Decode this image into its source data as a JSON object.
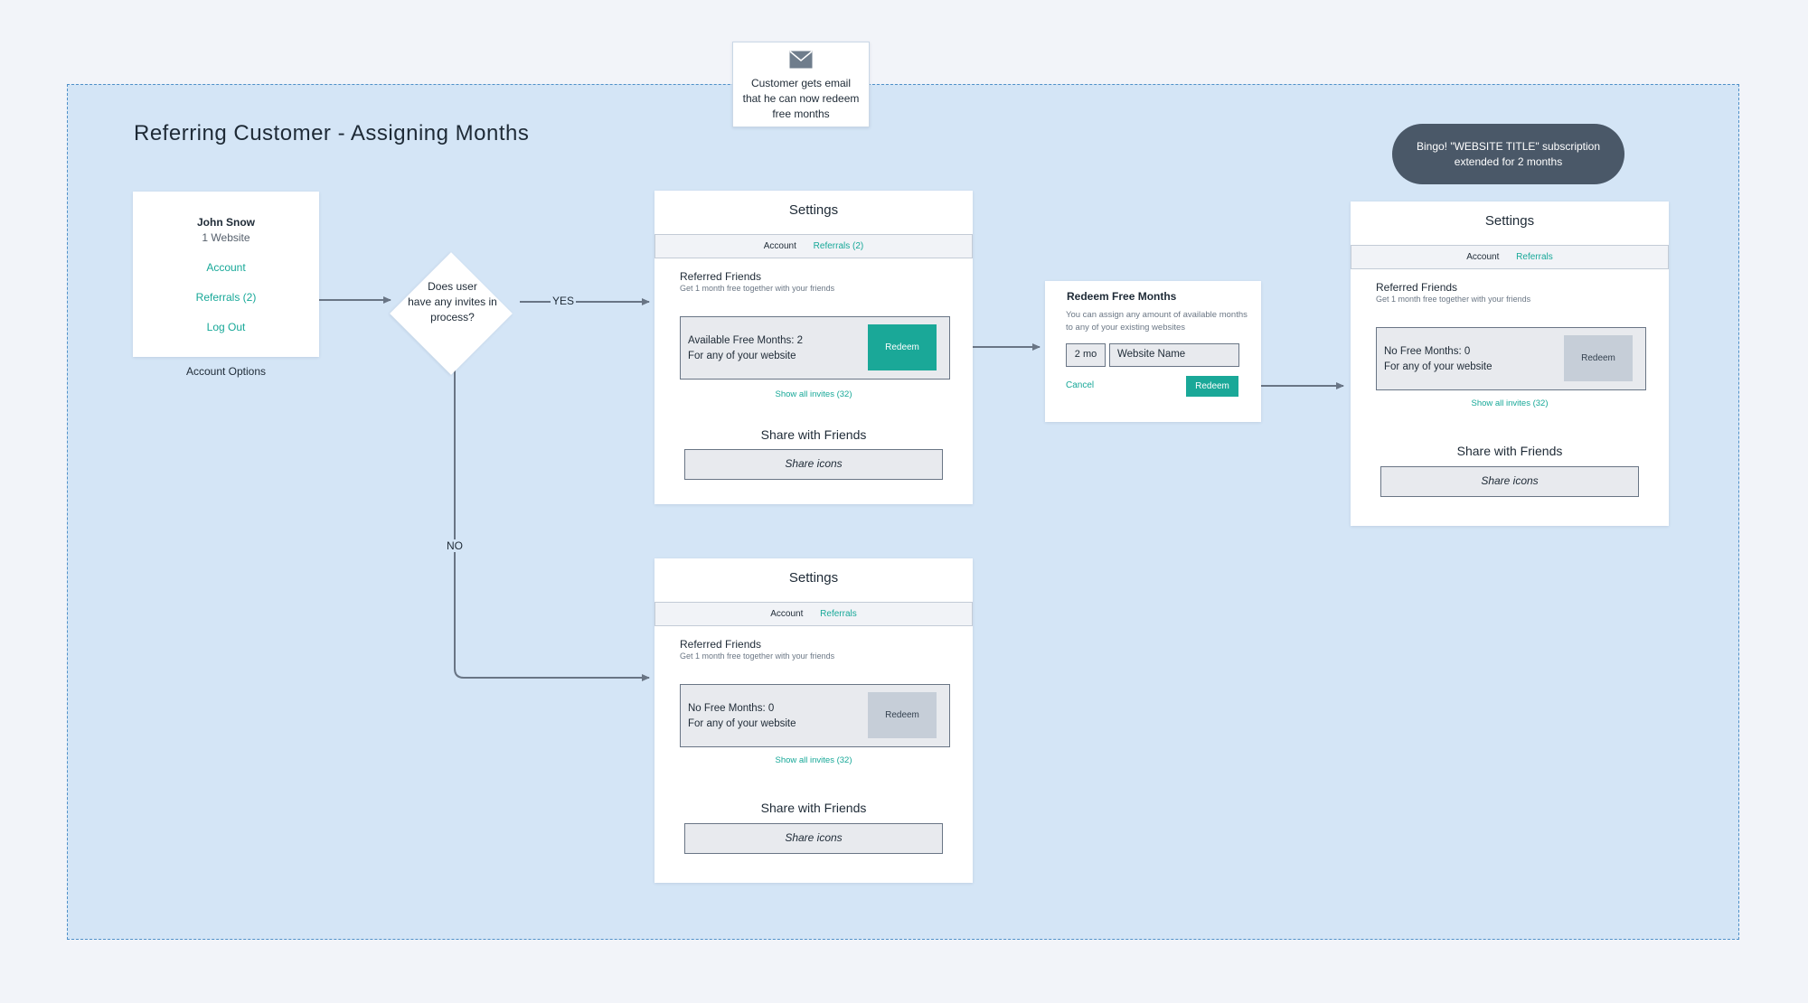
{
  "title": "Referring Customer - Assigning Months",
  "email_note": {
    "icon": "envelope-icon",
    "lines": [
      "Customer gets email",
      "that he can now redeem",
      "free months"
    ]
  },
  "account_panel": {
    "name": "John Snow",
    "sites": "1 Website",
    "links": [
      "Account",
      "Referrals (2)",
      "Log Out"
    ],
    "caption": "Account Options"
  },
  "decision": {
    "lines": [
      "Does user",
      "have any invites in",
      "process?"
    ],
    "yes_label": "YES",
    "no_label": "NO"
  },
  "settings_available": {
    "title": "Settings",
    "tab_account": "Account",
    "tab_referrals": "Referrals (2)",
    "referred_title": "Referred Friends",
    "referred_sub": "Get 1 month free together with your friends",
    "months_line1": "Available Free Months: 2",
    "months_line2": "For any of your website",
    "redeem": "Redeem",
    "show_invites": "Show all invites (32)",
    "share_title": "Share with Friends",
    "share_box": "Share icons"
  },
  "settings_none": {
    "title": "Settings",
    "tab_account": "Account",
    "tab_referrals": "Referrals",
    "referred_title": "Referred Friends",
    "referred_sub": "Get 1 month free together with your friends",
    "months_line1": "No Free Months: 0",
    "months_line2": "For any of your website",
    "redeem": "Redeem",
    "show_invites": "Show all invites (32)",
    "share_title": "Share with Friends",
    "share_box": "Share icons"
  },
  "redeem_dialog": {
    "title": "Redeem Free Months",
    "description": "You can assign any amount of available months to any of your existing websites",
    "months_value": "2 mo",
    "site_value": "Website Name",
    "cancel": "Cancel",
    "redeem": "Redeem"
  },
  "bingo": {
    "lines": [
      "Bingo! \"WEBSITE TITLE\" subscription",
      "extended for 2 months"
    ]
  },
  "settings_after": {
    "title": "Settings",
    "tab_account": "Account",
    "tab_referrals": "Referrals",
    "referred_title": "Referred Friends",
    "referred_sub": "Get 1 month free together with your friends",
    "months_line1": "No Free Months: 0",
    "months_line2": "For any of your website",
    "redeem": "Redeem",
    "show_invites": "Show all invites (32)",
    "share_title": "Share with Friends",
    "share_box": "Share icons"
  },
  "colors": {
    "accent": "#1aa898",
    "frame_fill": "#d4e5f6",
    "frame_border": "#4f90c8",
    "connector": "#697585",
    "bingo_fill": "#4a5868"
  }
}
